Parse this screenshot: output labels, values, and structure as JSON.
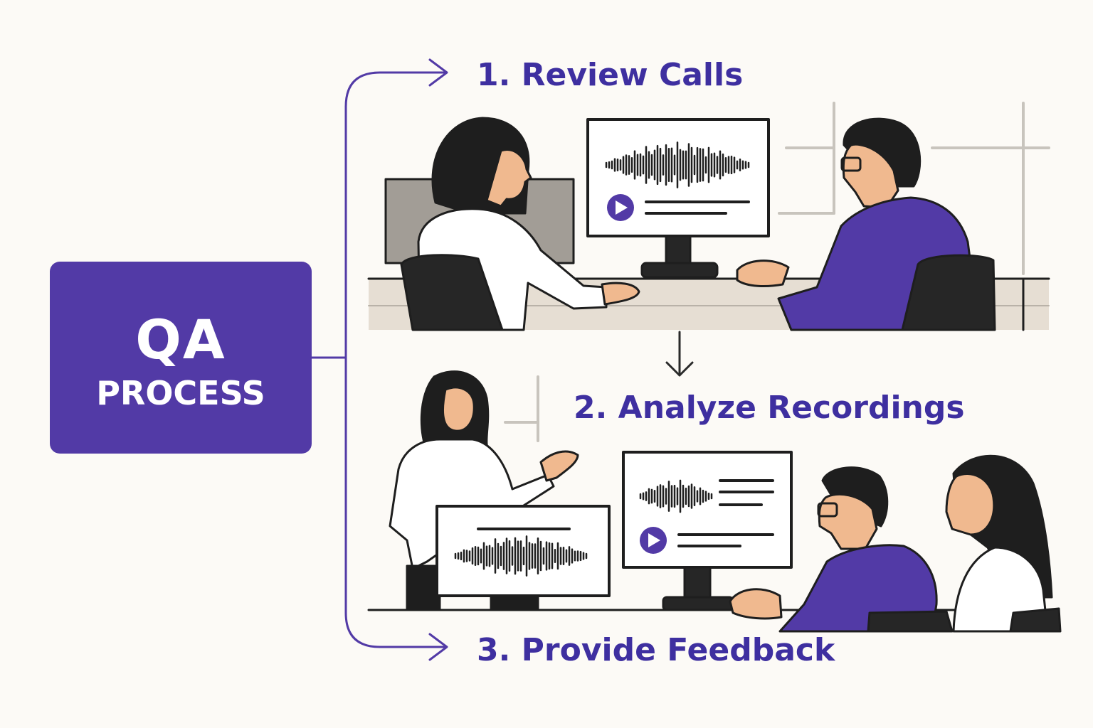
{
  "qa_box": {
    "title": "QA",
    "subtitle": "PROCESS"
  },
  "steps": [
    {
      "label": "1. Review Calls"
    },
    {
      "label": "2. Analyze Recordings"
    },
    {
      "label": "3. Provide Feedback"
    }
  ],
  "colors": {
    "accent": "#523aa6",
    "step_text": "#3e2fa0",
    "background": "#fcfaf6",
    "skin": "#f0b98f",
    "hair": "#1e1e1e",
    "desk": "#e6ded3"
  },
  "icons": [
    "waveform-icon",
    "play-icon"
  ]
}
